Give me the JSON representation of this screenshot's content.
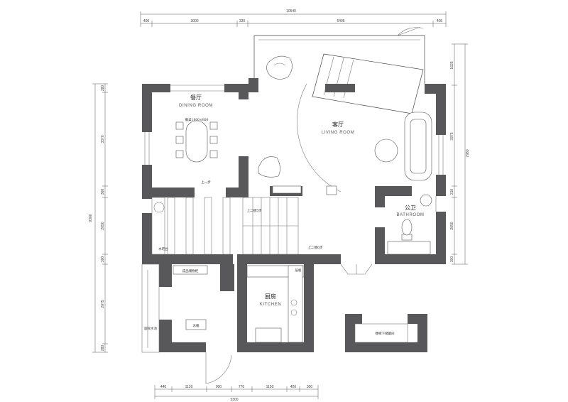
{
  "dimensions": {
    "top_total": "10540",
    "top_segments": [
      "400",
      "3000",
      "330",
      "6405",
      "405"
    ],
    "bottom_total": "5300",
    "bottom_segments": [
      "440",
      "1130",
      "900",
      "770",
      "1150",
      "420",
      "300"
    ],
    "left_total": "9300",
    "left_segments": [
      "280",
      "3370",
      "360",
      "2050",
      "300",
      "2075",
      "280"
    ],
    "right_total": "7980",
    "right_segments": [
      "1625",
      "3375",
      "210",
      "2050",
      "300"
    ]
  },
  "rooms": {
    "dining": {
      "cn": "餐厅",
      "en": "DINING ROOM",
      "table_note": "餐桌1800×800"
    },
    "living": {
      "cn": "客厅",
      "en": "LIVING ROOM"
    },
    "bathroom": {
      "cn": "公卫",
      "en": "BATHROOM"
    },
    "kitchen": {
      "cn": "厨房",
      "en": "KITCHEN"
    }
  },
  "notes": {
    "step_up": "上一步",
    "stairs_up_upper": "上二楼5步",
    "stairs_up_lower": "上二楼6步",
    "bar_counter": "水吧台",
    "food_storage": "成品储物柜",
    "fridge": "冰箱",
    "sink_pool": "庭院水池",
    "stair_storage": "楼梯下储藏间",
    "cabinet": "层板"
  },
  "icons": {
    "armchair": "armchair-icon",
    "sofa": "sofa-icon",
    "toilet": "toilet-icon",
    "round_table": "round-table-icon"
  }
}
